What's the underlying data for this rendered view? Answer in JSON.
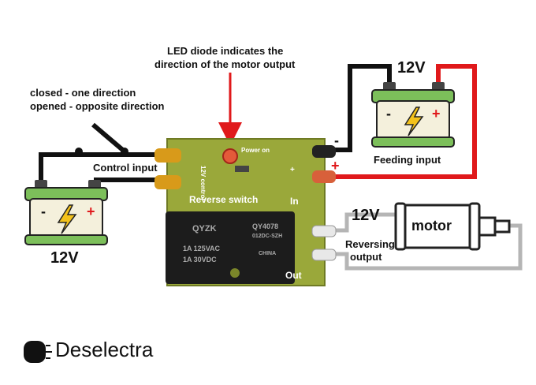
{
  "annotations": {
    "led_line1": "LED diode indicates the",
    "led_line2": "direction of the motor output",
    "switch_line1": "closed - one direction",
    "switch_line2": "opened - opposite direction",
    "control_input": "Control input",
    "feeding_input": "Feeding input",
    "reversing_line1": "Reversing",
    "reversing_line2": "output"
  },
  "batteries": {
    "left_voltage": "12V",
    "top_voltage": "12V",
    "minus": "-",
    "plus": "+"
  },
  "motor": {
    "voltage": "12V",
    "label": "motor"
  },
  "board": {
    "power_on": "Power on",
    "control": "12V control",
    "title": "Reverse switch",
    "in_label": "In",
    "out_label": "Out",
    "plus_mark": "+",
    "minus_mark": "-",
    "relay_brand": "QYZK",
    "relay_model": "QY4078",
    "relay_rating1": "1A 125VAC",
    "relay_rating2": "1A 30VDC",
    "relay_sub": "012DC-SZH",
    "relay_origin": "CHINA"
  },
  "logo": {
    "text": "Deselectra"
  },
  "colors": {
    "wire_black": "#111111",
    "wire_red": "#e0191b",
    "wire_grey": "#b5b5b5",
    "board_green": "#9aa83a",
    "relay_black": "#1c1c1c",
    "battery_green": "#7cbf5a",
    "battery_cream": "#f4f0dc",
    "bolt_yellow": "#f3c21b",
    "arrow_red": "#e0191b"
  }
}
